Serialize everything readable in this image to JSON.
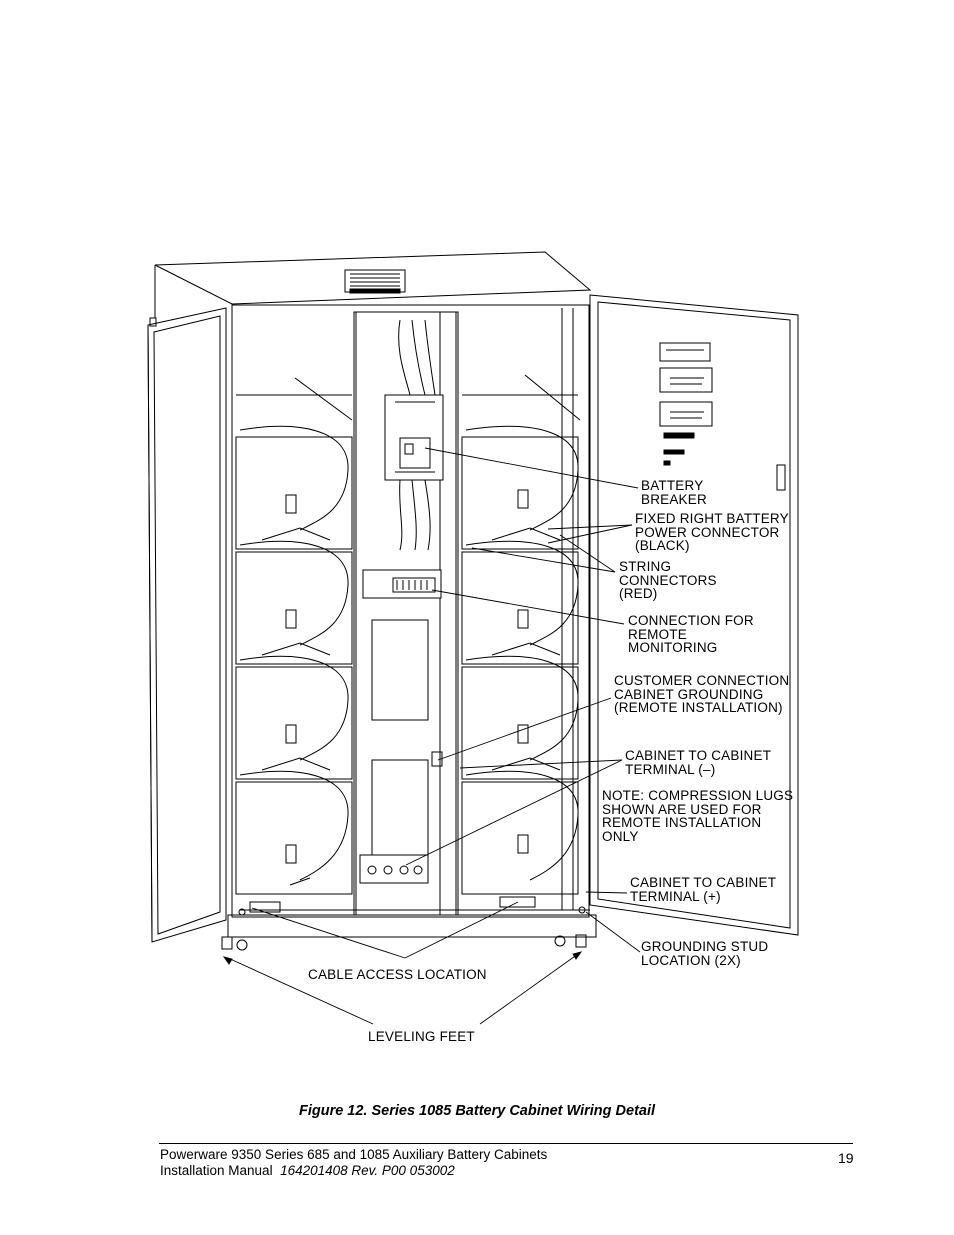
{
  "figure": {
    "callouts": {
      "battery_breaker": [
        "BATTERY",
        "BREAKER"
      ],
      "fixed_right_connector": [
        "FIXED RIGHT BATTERY",
        "POWER CONNECTOR",
        "(BLACK)"
      ],
      "string_connectors": [
        "STRING",
        "CONNECTORS",
        "(RED)"
      ],
      "remote_monitoring": [
        "CONNECTION FOR",
        "REMOTE",
        "MONITORING"
      ],
      "customer_grounding": [
        "CUSTOMER CONNECTION",
        "CABINET GROUNDING",
        "(REMOTE INSTALLATION)"
      ],
      "terminal_negative": [
        "CABINET TO CABINET",
        "TERMINAL (–)"
      ],
      "note": [
        "NOTE: COMPRESSION LUGS",
        "SHOWN ARE USED FOR",
        "REMOTE INSTALLATION",
        "ONLY"
      ],
      "terminal_positive": [
        "CABINET TO CABINET",
        "TERMINAL (+)"
      ],
      "grounding_stud": [
        "GROUNDING STUD",
        "LOCATION (2X)"
      ],
      "cable_access": "CABLE ACCESS LOCATION",
      "leveling_feet": "LEVELING FEET"
    },
    "caption": "Figure 12.  Series 1085 Battery Cabinet Wiring Detail"
  },
  "footer": {
    "line1": "Powerware 9350 Series 685 and 1085 Auxiliary Battery Cabinets",
    "line2_prefix": "Installation Manual  ",
    "line2_italic": "164201408  Rev. P00  053002",
    "page_number": "19"
  }
}
